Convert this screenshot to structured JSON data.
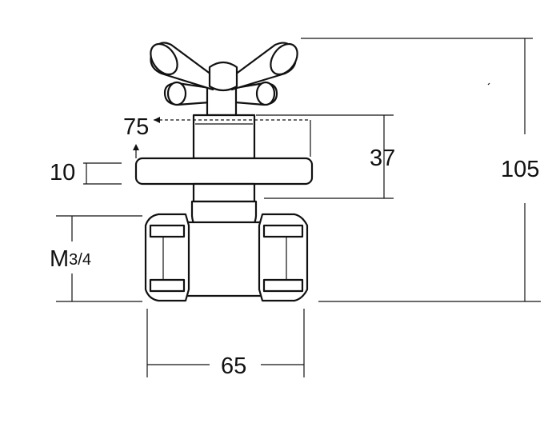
{
  "dimensions": {
    "handle_width": "75",
    "cover_thickness": "10",
    "body_to_handle_height": "37",
    "overall_height": "105",
    "thread_size_main": "M",
    "thread_size_fraction": "3/4",
    "body_width": "65"
  },
  "colors": {
    "line": "#111111",
    "background": "#ffffff"
  }
}
